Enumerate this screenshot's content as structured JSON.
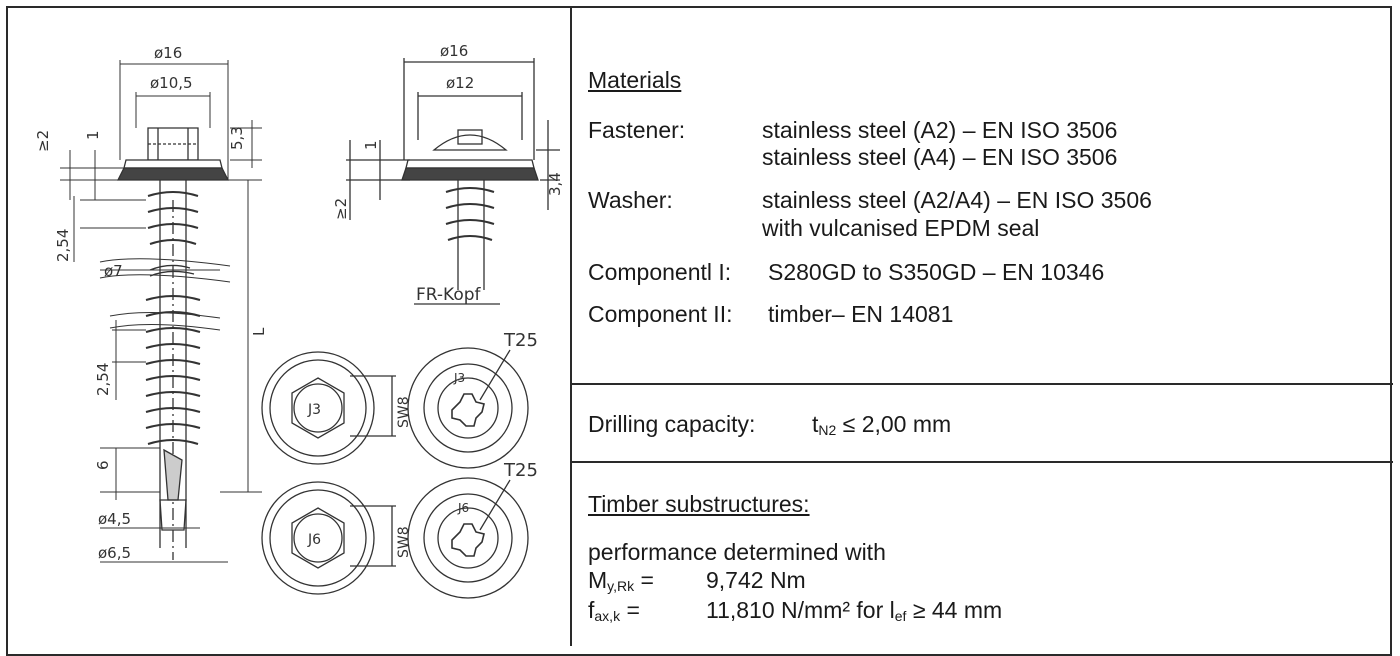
{
  "drawing": {
    "dim_d16_left": "ø16",
    "dim_d105": "ø10,5",
    "dim_ge2_left": "≥2",
    "dim_1_left": "1",
    "dim_53": "5,3",
    "dim_254_top": "2,54",
    "dim_d7": "ø7",
    "dim_L": "L",
    "dim_254_bottom": "2,54",
    "dim_6": "6",
    "dim_d45": "ø4,5",
    "dim_d65": "ø6,5",
    "dim_d16_right": "ø16",
    "dim_d12": "ø12",
    "dim_1_right": "1",
    "dim_ge2_right": "≥2",
    "dim_34": "3,4",
    "fr_kopf": "FR-Kopf",
    "head_j3": "J3",
    "sw8_top": "SW8",
    "t25_top": "T25",
    "torx_j3": "J3",
    "head_j6": "J6",
    "sw8_bottom": "SW8",
    "t25_bottom": "T25",
    "torx_j6": "J6"
  },
  "materials": {
    "heading": "Materials",
    "fastener_label": "Fastener:",
    "fastener_line1": "stainless steel (A2) – EN ISO 3506",
    "fastener_line2": "stainless steel (A4) – EN ISO 3506",
    "washer_label": "Washer:",
    "washer_line1": "stainless steel (A2/A4) – EN ISO 3506",
    "washer_line2": "with vulcanised EPDM seal",
    "component1_label": "Componentl I:",
    "component1_value": "S280GD to S350GD – EN 10346",
    "component2_label": "Component II:",
    "component2_value": "timber– EN 14081"
  },
  "drilling": {
    "label": "Drilling capacity:",
    "symbol": "t",
    "symbol_sub": "N2",
    "value": " ≤ 2,00 mm"
  },
  "timber": {
    "heading": "Timber substructures:",
    "intro": "performance determined with",
    "my_symbol": "M",
    "my_sub": "y,Rk",
    "my_eq": " =",
    "my_value": "9,742 Nm",
    "fax_symbol": "f",
    "fax_sub": "ax,k",
    "fax_eq": " =",
    "fax_value_a": "11,810 N/mm² for l",
    "fax_value_sub": "ef",
    "fax_value_b": " ≥ 44 mm"
  }
}
